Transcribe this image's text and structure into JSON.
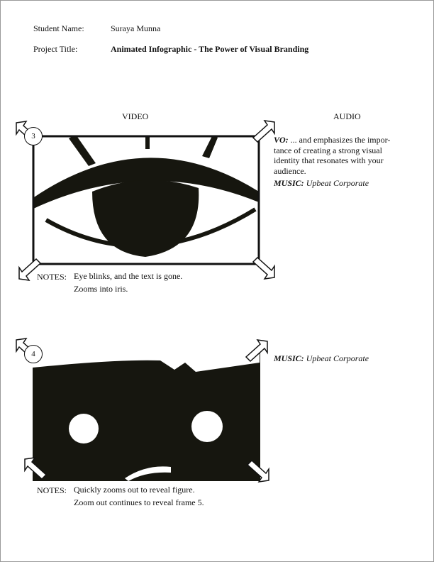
{
  "header": {
    "student_label": "Student Name:",
    "student_name": "Suraya Munna",
    "project_label": "Project Title:",
    "project_title": "Animated Infographic - The Power of Visual Branding"
  },
  "columns": {
    "video": "VIDEO",
    "audio": "AUDIO"
  },
  "frames": [
    {
      "number": "3",
      "vo_label": "VO:",
      "vo_text": " ... and emphasizes the impor-tance of creating a strong visual identity that resonates with your audience.",
      "music_label": "MUSIC:",
      "music_text": " Upbeat Corporate",
      "notes_label": "NOTES:",
      "notes": [
        "Eye blinks, and the text is gone.",
        "Zooms into iris."
      ]
    },
    {
      "number": "4",
      "music_label": "MUSIC:",
      "music_text": " Upbeat Corporate",
      "notes_label": "NOTES:",
      "notes": [
        "Quickly zooms out to reveal figure.",
        "Zoom out continues to reveal frame 5."
      ]
    }
  ]
}
